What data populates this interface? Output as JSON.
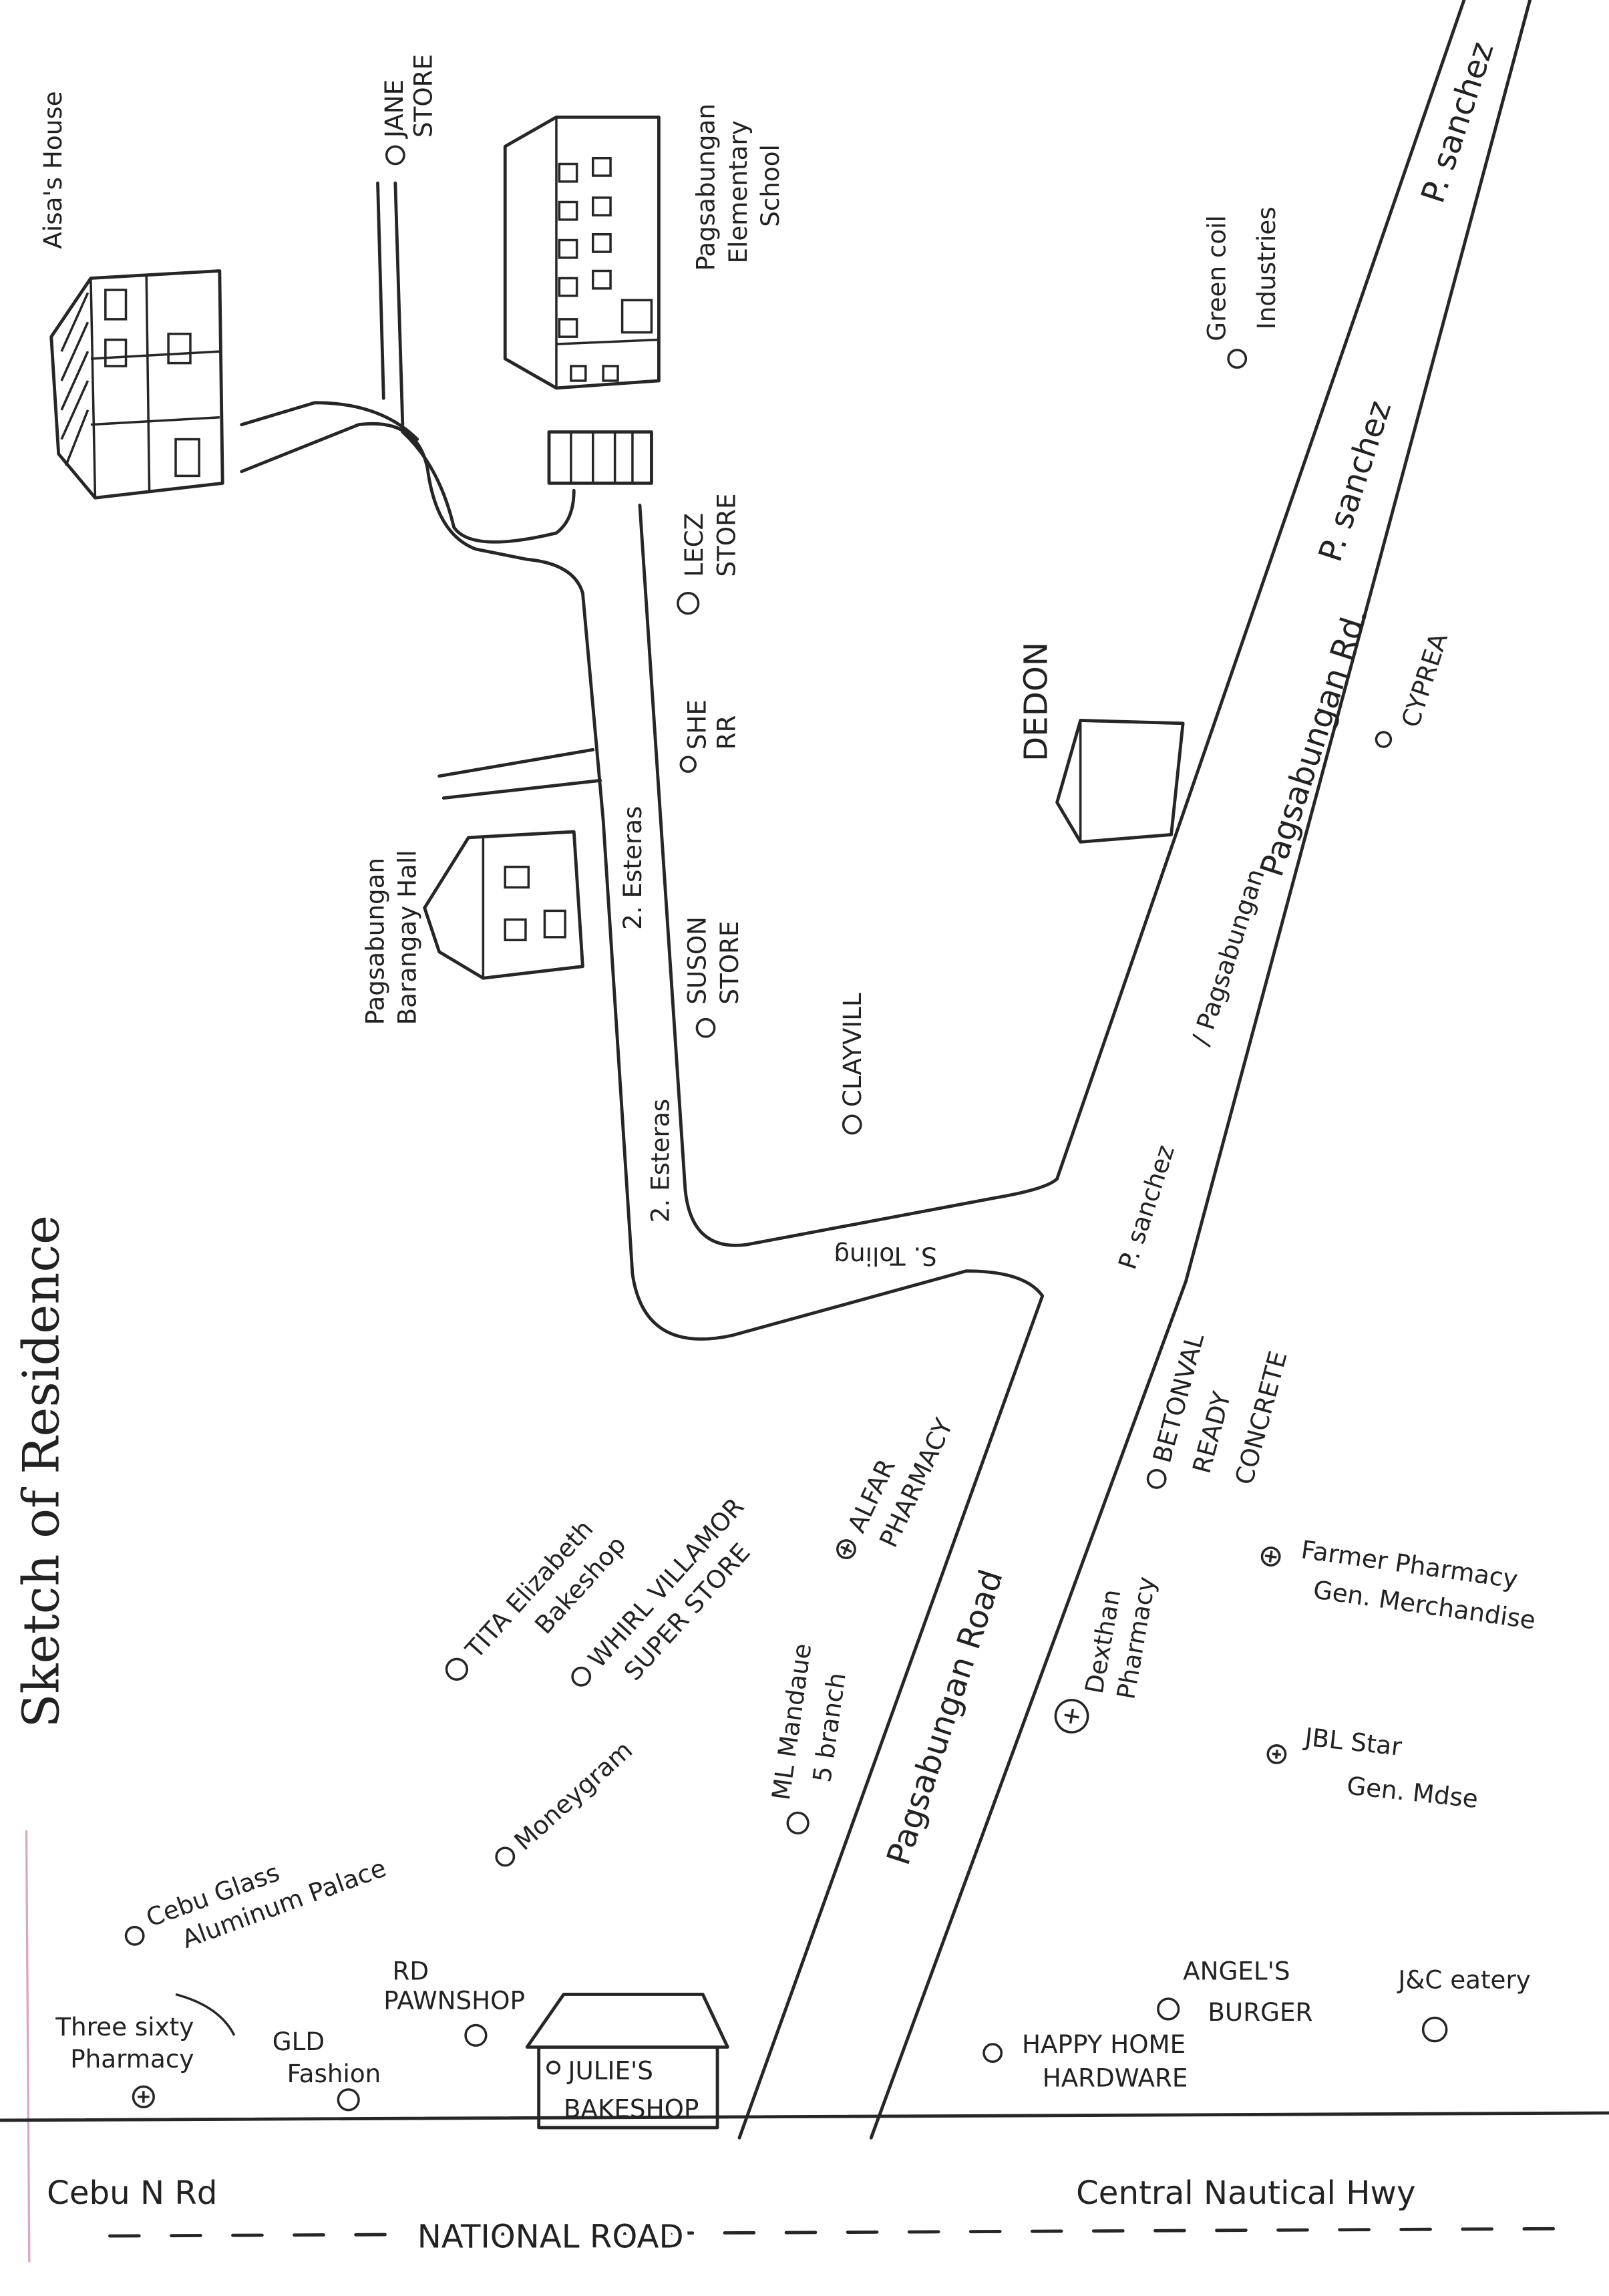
{
  "title": "Sketch of Residence",
  "buildings": {
    "aisas_house": "Aisa's House",
    "school": [
      "Pagsabungan",
      "Elementary",
      "School"
    ],
    "barangay_hall": [
      "Pagsabungan",
      "Barangay Hall"
    ],
    "julies_bakeshop": [
      "JULIE'S",
      "BAKESHOP"
    ]
  },
  "roads": {
    "p_sanchez_1": "P. sanchez",
    "p_sanchez_2": "P. sanchez",
    "pagsabungan_rd": "Pagsabungan Rd.",
    "p_sanchez_3": "P. sanchez",
    "pagsabungan_slash": "/ Pagsabungan",
    "esteras_1": "2. Esteras",
    "esteras_2": "2. Esteras",
    "s_toling": "S. Toling",
    "pagsabungan_road": "Pagsabungan Road",
    "cebu_n_rd": "Cebu N Rd",
    "national_road": "NATIONAL ROAD",
    "central_nautical": "Central Nautical Hwy"
  },
  "places": {
    "jane_store": [
      "JANE",
      "STORE"
    ],
    "lecz_store": [
      "LECZ",
      "STORE"
    ],
    "she_rr": [
      "SHE",
      "RR"
    ],
    "dedon": "DEDON",
    "green_coil": [
      "Green coil",
      "Industries"
    ],
    "cyprea": "CYPREA",
    "suson_store": [
      "SUSON",
      "STORE"
    ],
    "clayvill": "CLAYVILL",
    "betonval": [
      "BETONVAL",
      "READY",
      "CONCRETE"
    ],
    "alfar": [
      "ALFAR",
      "PHARMACY"
    ],
    "tita": [
      "TITA Elizabeth",
      "Bakeshop"
    ],
    "whirl": [
      "WHIRL VILLAMOR",
      "SUPER STORE"
    ],
    "ml": [
      "ML Mandaue",
      "5 branch"
    ],
    "dexthan": [
      "Dexthan",
      "Pharmacy"
    ],
    "farmer": [
      "Farmer Pharmacy",
      "Gen. Merchandise"
    ],
    "jbl": [
      "JBL Star",
      "Gen. Mdse"
    ],
    "moneygram": "Moneygram",
    "cebu_glass": [
      "Cebu Glass",
      "Aluminum Palace"
    ],
    "rd_pawnshop": [
      "RD",
      "PAWNSHOP"
    ],
    "three_sixty": [
      "Three sixty",
      "Pharmacy"
    ],
    "gld": [
      "GLD",
      "Fashion"
    ],
    "happy_home": [
      "HAPPY HOME",
      "HARDWARE"
    ],
    "angels": [
      "ANGEL'S",
      "BURGER"
    ],
    "jc": "J&C eatery"
  }
}
